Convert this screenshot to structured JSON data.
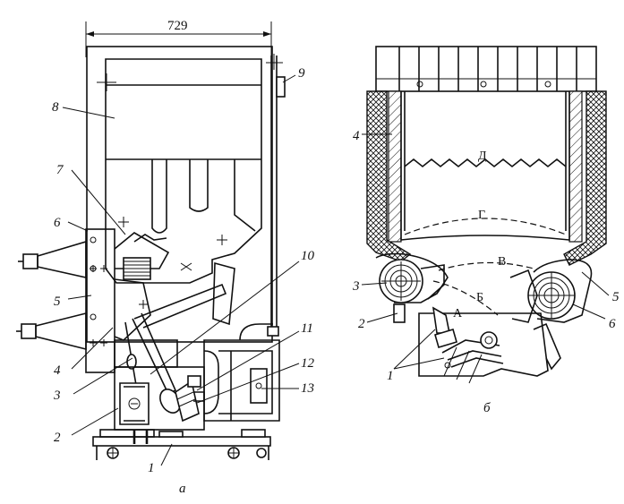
{
  "figure": {
    "dimension": "729",
    "subfigure_a": {
      "caption": "а",
      "callouts": [
        "1",
        "2",
        "3",
        "4",
        "5",
        "6",
        "7",
        "8",
        "9",
        "10",
        "11",
        "12",
        "13"
      ]
    },
    "subfigure_b": {
      "caption": "б",
      "callouts": [
        "1",
        "2",
        "3",
        "4",
        "5",
        "6"
      ],
      "zones": [
        "А",
        "Б",
        "В",
        "Г",
        "Д"
      ]
    }
  }
}
